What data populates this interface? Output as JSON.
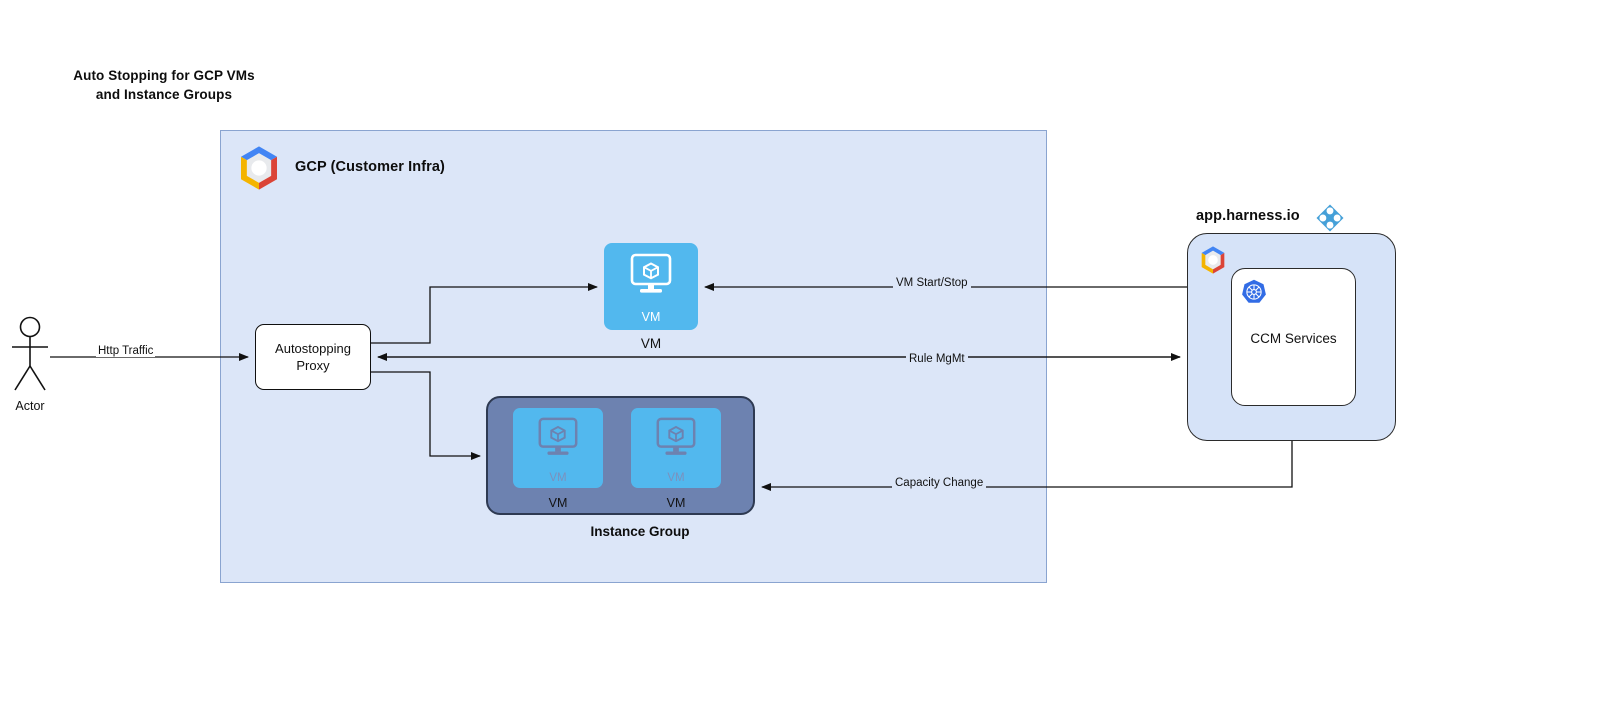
{
  "title": {
    "line1": "Auto Stopping for GCP VMs",
    "line2": "and Instance Groups"
  },
  "gcp": {
    "label": "GCP (Customer Infra)",
    "logo_icon": "gcp-logo-icon",
    "background_color": "#DCE6F8",
    "border_color": "#8AA4D0"
  },
  "actor": {
    "label": "Actor",
    "icon": "actor-stick-figure-icon"
  },
  "proxy": {
    "line1": "Autostopping",
    "line2": "Proxy"
  },
  "vm_standalone": {
    "inner_label": "VM",
    "outer_label": "VM",
    "icon": "vm-monitor-cube-icon",
    "color": "#52B8EE"
  },
  "instance_group": {
    "label": "Instance Group",
    "color": "#6D82B0",
    "border_color": "#2E3A52",
    "vms": [
      {
        "inner_label": "VM",
        "outer_label": "VM",
        "icon": "vm-monitor-cube-icon"
      },
      {
        "inner_label": "VM",
        "outer_label": "VM",
        "icon": "vm-monitor-cube-icon"
      }
    ]
  },
  "harness": {
    "title": "app.harness.io",
    "logo_icon": "harness-diamond-logo-icon",
    "logo_color": "#45A0D8",
    "panel_color": "#D6E3F8",
    "gcp_logo_icon": "gcp-logo-icon",
    "ccm": {
      "label": "CCM Services",
      "icon": "kubernetes-icon",
      "icon_color": "#326CE5"
    }
  },
  "edges": {
    "http_traffic": "Http Traffic",
    "vm_start_stop": "VM Start/Stop",
    "rule_mgmt": "Rule MgMt",
    "capacity_change": "Capacity Change"
  }
}
